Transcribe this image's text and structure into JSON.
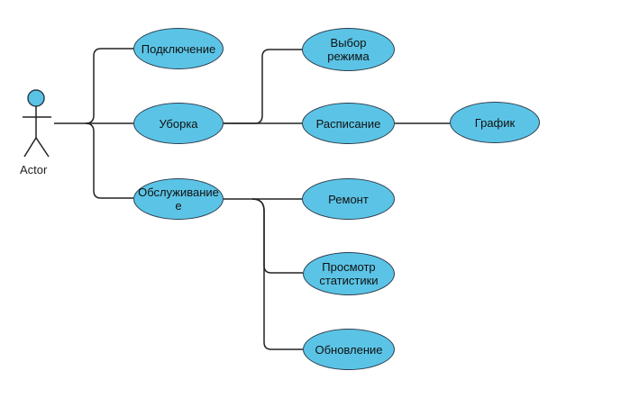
{
  "diagram": {
    "actor": {
      "label": "Actor"
    },
    "nodes": {
      "connect": "Подключение",
      "cleaning": "Уборка",
      "service": "Обслуживание\nе",
      "mode": "Выбор\nрежима",
      "schedule": "Расписание",
      "chart": "График",
      "repair": "Ремонт",
      "stats": "Просмотр\nстатистики",
      "update": "Обновление"
    },
    "colors": {
      "node_fill": "#5bc4e6",
      "node_border": "#2c3e50",
      "line": "#222222",
      "actor_head": "#5bc4e6"
    }
  }
}
